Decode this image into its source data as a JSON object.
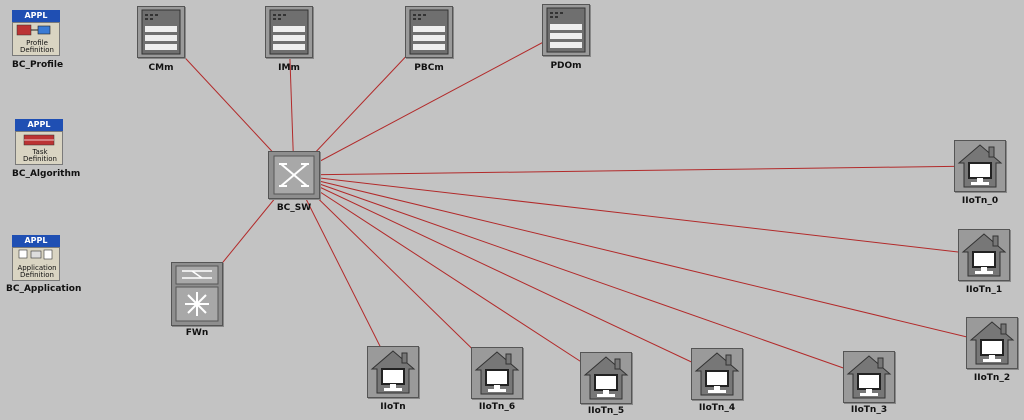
{
  "utilities": [
    {
      "id": "profile",
      "tag": "APPL",
      "caption_line1": "Profile",
      "caption_line2": "Definition",
      "label": "BC_Profile"
    },
    {
      "id": "task",
      "tag": "APPL",
      "caption_line1": "Task",
      "caption_line2": "Definition",
      "label": "BC_Algorithm"
    },
    {
      "id": "application",
      "tag": "APPL",
      "caption_line1": "Application",
      "caption_line2": "Definition",
      "label": "BC_Application"
    }
  ],
  "servers": [
    {
      "id": "cmm",
      "label": "CMm"
    },
    {
      "id": "imm",
      "label": "IMm"
    },
    {
      "id": "pbcm",
      "label": "PBCm"
    },
    {
      "id": "pdom",
      "label": "PDOm"
    }
  ],
  "switch": {
    "label": "BC_SW"
  },
  "firewall": {
    "label": "FWn"
  },
  "iot_nodes": [
    {
      "id": "iiotn_0",
      "label": "IIoTn_0"
    },
    {
      "id": "iiotn_1",
      "label": "IIoTn_1"
    },
    {
      "id": "iiotn_2",
      "label": "IIoTn_2"
    },
    {
      "id": "iiotn",
      "label": "IIoTn"
    },
    {
      "id": "iiotn_6",
      "label": "IIoTn_6"
    },
    {
      "id": "iiotn_5",
      "label": "IIoTn_5"
    },
    {
      "id": "iiotn_4",
      "label": "IIoTn_4"
    },
    {
      "id": "iiotn_3",
      "label": "IIoTn_3"
    }
  ],
  "links": [
    [
      "switch",
      "cmm"
    ],
    [
      "switch",
      "imm"
    ],
    [
      "switch",
      "pbcm"
    ],
    [
      "switch",
      "pdom"
    ],
    [
      "switch",
      "firewall"
    ],
    [
      "switch",
      "iiotn_0"
    ],
    [
      "switch",
      "iiotn_1"
    ],
    [
      "switch",
      "iiotn_2"
    ],
    [
      "switch",
      "iiotn"
    ],
    [
      "switch",
      "iiotn_6"
    ],
    [
      "switch",
      "iiotn_5"
    ],
    [
      "switch",
      "iiotn_4"
    ],
    [
      "switch",
      "iiotn_3"
    ]
  ],
  "colors": {
    "background": "#c3c3c3",
    "link": "#b22a2a",
    "appl_tag": "#1f4fb3"
  }
}
